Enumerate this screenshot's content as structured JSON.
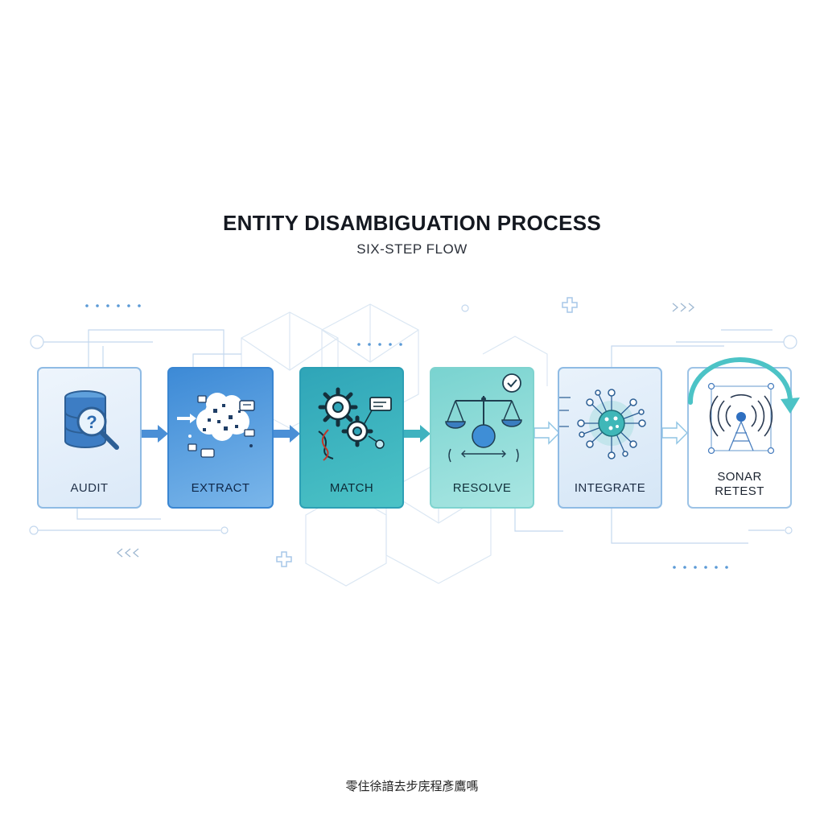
{
  "title": "ENTITY DISAMBIGUATION PROCESS",
  "subtitle": "SIX-STEP FLOW",
  "steps": [
    {
      "label": "AUDIT",
      "icon": "database-search-icon"
    },
    {
      "label": "EXTRACT",
      "icon": "data-cloud-icon"
    },
    {
      "label": "MATCH",
      "icon": "gears-dna-icon"
    },
    {
      "label": "RESOLVE",
      "icon": "balance-scale-icon"
    },
    {
      "label": "INTEGRATE",
      "icon": "network-hub-icon"
    },
    {
      "label_line1": "SONAR",
      "label_line2": "RETEST",
      "icon": "sonar-tower-icon"
    }
  ],
  "footer": "零住徐諳去步庑程彥鷹嗎",
  "colors": {
    "audit": "#dbe9f8",
    "extract": "#3d8ad6",
    "match": "#2fa5b8",
    "resolve": "#79d3d0",
    "integrate": "#d5e6f6",
    "sonar": "#ffffff",
    "accent_teal": "#4cc3c6",
    "title_text": "#141820"
  }
}
